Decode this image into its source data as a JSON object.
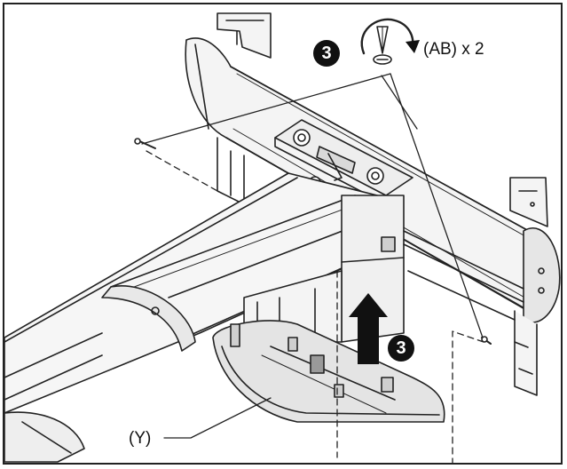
{
  "callouts": {
    "screw_label": "(AB) x 2",
    "part_label": "(Y)",
    "step_top": "3",
    "step_arrow": "3"
  },
  "colors": {
    "line": "#222222",
    "fill_light": "#f2f2f2",
    "fill_mid": "#d9d9d9",
    "fill_dark": "#9a9a9a",
    "badge": "#111111"
  },
  "icons": [
    "screwdriver-rotate-icon",
    "up-arrow-icon",
    "screw-icon"
  ]
}
